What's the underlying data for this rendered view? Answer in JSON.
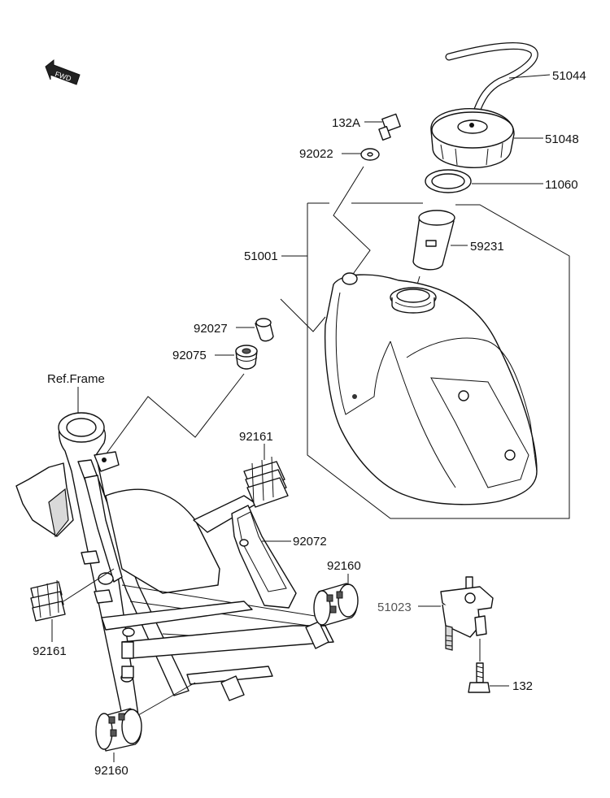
{
  "diagram": {
    "fwd_label": "FWD",
    "ref_frame": "Ref.Frame",
    "parts": {
      "p51044": "51044",
      "p51048": "51048",
      "p11060": "11060",
      "p59231": "59231",
      "p51001": "51001",
      "p132A": "132A",
      "p92022": "92022",
      "p92027": "92027",
      "p92075": "92075",
      "p92161_top": "92161",
      "p92072": "92072",
      "p92160_right": "92160",
      "p92161_left": "92161",
      "p92160_bottom": "92160",
      "p51023": "51023",
      "p132": "132"
    }
  }
}
